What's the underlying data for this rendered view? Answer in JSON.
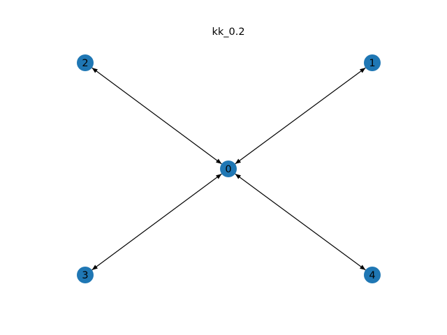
{
  "title": "kk_0.2",
  "node_color": "#1f77b4",
  "edge_color": "#000000",
  "nodes": [
    {
      "id": "0",
      "label": "0"
    },
    {
      "id": "1",
      "label": "1"
    },
    {
      "id": "2",
      "label": "2"
    },
    {
      "id": "3",
      "label": "3"
    },
    {
      "id": "4",
      "label": "4"
    }
  ],
  "edges": [
    {
      "from": "0",
      "to": "1",
      "directed": "both"
    },
    {
      "from": "0",
      "to": "2",
      "directed": "both"
    },
    {
      "from": "0",
      "to": "3",
      "directed": "both"
    },
    {
      "from": "0",
      "to": "4",
      "directed": "both"
    }
  ]
}
